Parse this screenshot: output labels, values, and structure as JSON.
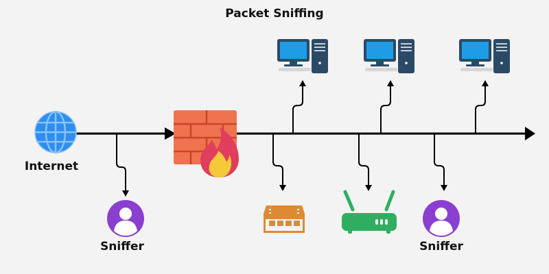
{
  "title": "Packet Sniffing",
  "colors": {
    "background": "#f3f3f3",
    "line": "#000000",
    "globe": "#2e8ef0",
    "firewall_brick": "#f07350",
    "firewall_mortar": "#c8452c",
    "flame_outer": "#e03e5c",
    "flame_inner": "#f5c93a",
    "monitor_screen": "#1e9de6",
    "pc_dark": "#2c4a66",
    "switch": "#dd8a35",
    "router": "#2fae62",
    "sniffer": "#8a3fd0"
  },
  "nodes": {
    "internet": {
      "label": "Internet",
      "icon": "globe-icon"
    },
    "firewall": {
      "icon": "firewall-icon"
    },
    "sniffer_left": {
      "label": "Sniffer",
      "icon": "user-icon"
    },
    "sniffer_right": {
      "label": "Sniffer",
      "icon": "user-icon"
    },
    "switch": {
      "icon": "network-switch-icon"
    },
    "router": {
      "icon": "wifi-router-icon"
    },
    "computers": [
      {
        "icon": "desktop-computer-icon"
      },
      {
        "icon": "desktop-computer-icon"
      },
      {
        "icon": "desktop-computer-icon"
      }
    ]
  }
}
